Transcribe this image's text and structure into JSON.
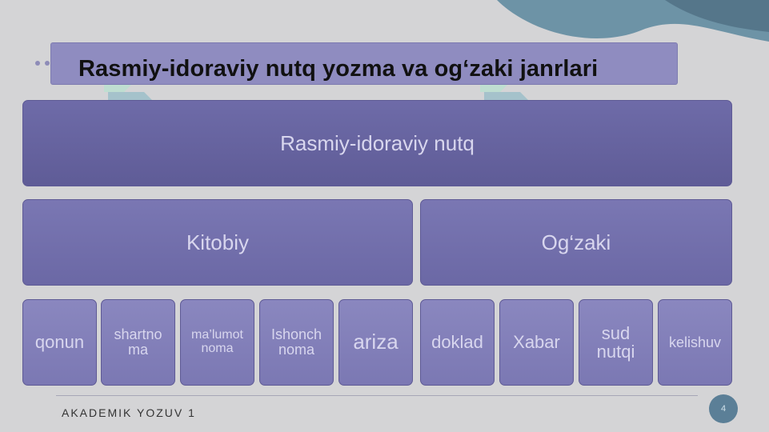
{
  "slide": {
    "title": "Rasmiy-idoraviy nutq yozma va og‘zaki janrlari",
    "footer": "AKADEMIK YOZUV 1",
    "page_number": "4"
  },
  "diagram": {
    "root": "Rasmiy-idoraviy nutq",
    "branches": [
      {
        "label": "Kitobiy",
        "leaves": [
          "qonun",
          "shartno ma",
          "ma’lumot noma",
          "Ishonch noma",
          "ariza"
        ]
      },
      {
        "label": "Og‘zaki",
        "leaves": [
          "doklad",
          "Xabar",
          "sud nutqi",
          "kelishuv"
        ]
      }
    ]
  },
  "colors": {
    "background": "#d4d4d6",
    "root_box": "#66639f",
    "branch_box": "#736fad",
    "leaf_box": "#8380b9",
    "box_text": "#d8d6ee",
    "page_circle": "#5b7f97"
  }
}
